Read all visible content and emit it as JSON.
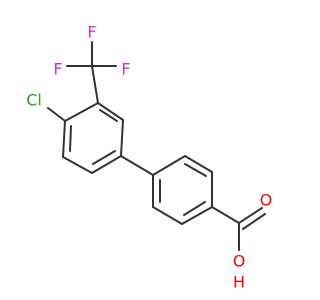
{
  "molecule": {
    "atoms": {
      "fluorine_top": "F",
      "fluorine_left": "F",
      "fluorine_right": "F",
      "chlorine": "Cl",
      "oxygen_carbonyl": "O",
      "oxygen_hydroxyl": "O",
      "hydroxyl_hydrogen": "H"
    },
    "colors": {
      "bond": "#333333",
      "fluorine": "#cc33cc",
      "chlorine": "#2ca02c",
      "oxygen": "#ff0000"
    }
  }
}
